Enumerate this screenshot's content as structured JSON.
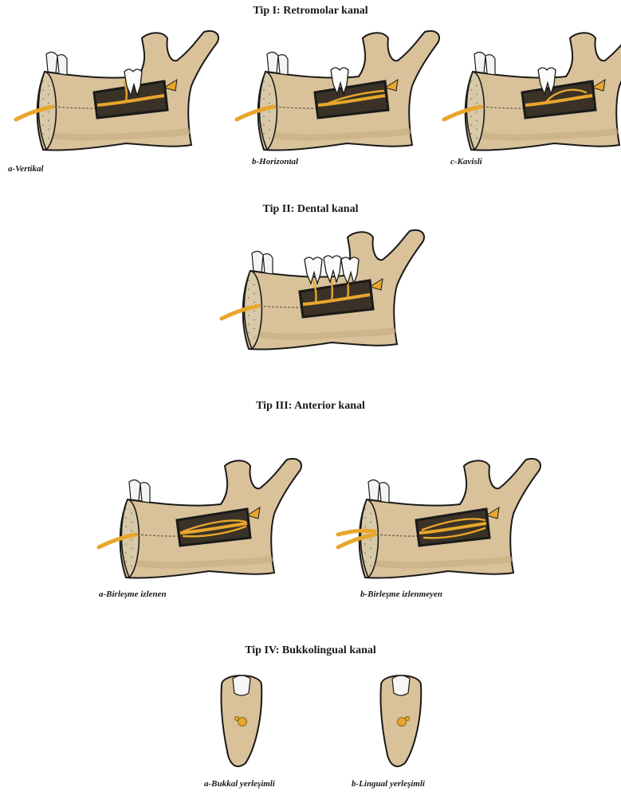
{
  "sections": [
    {
      "title": "Tip I: Retromolar kanal",
      "captions": [
        "a-Vertikal",
        "b-Horizontal",
        "c-Kavisli"
      ]
    },
    {
      "title": "Tip II: Dental kanal",
      "captions": []
    },
    {
      "title": "Tip III: Anterior kanal",
      "captions": [
        "a-Birleşme izlenen",
        "b-Birleşme izlenmeyen"
      ]
    },
    {
      "title": "Tip IV: Bukkolingual kanal",
      "captions": [
        "a-Bukkal yerleşimli",
        "b-Lingual yerleşimli"
      ]
    }
  ],
  "colors": {
    "bone": "#d9c29a",
    "bone_shade": "#c4aa7e",
    "nerve": "#e8a62c",
    "outline": "#1a1a1a",
    "window": "#3a3226"
  }
}
